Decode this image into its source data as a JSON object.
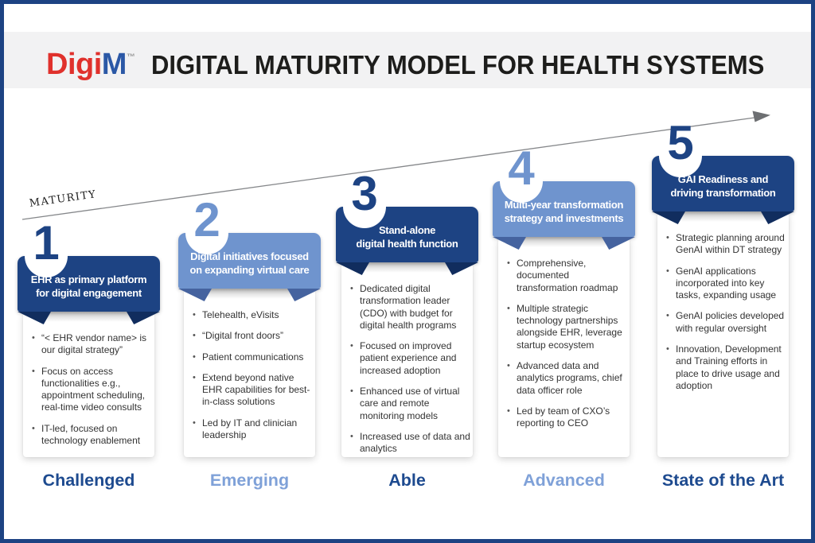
{
  "header": {
    "logo": {
      "part1": "Digi",
      "part2": "M",
      "tm": "™"
    },
    "title": "DIGITAL MATURITY MODEL FOR HEALTH SYSTEMS"
  },
  "axis": {
    "label": "MATURITY"
  },
  "colors": {
    "dark_blue": "#1d4383",
    "light_blue": "#6f94ce",
    "logo_red": "#e0312c",
    "logo_blue": "#2b58a6",
    "band_gray": "#f2f2f3",
    "arrow_gray": "#85878a",
    "frame_blue": "#1d4383"
  },
  "stages": [
    {
      "number": "1",
      "tone": "dark",
      "banner_line1": "EHR as primary platform",
      "banner_line2": "for digital engagement",
      "bullets": [
        "“< EHR vendor name> is our digital strategy”",
        "Focus on access functionalities e.g., appointment scheduling, real-time video consults",
        "IT-led, focused on technology enablement"
      ],
      "label": "Challenged"
    },
    {
      "number": "2",
      "tone": "light",
      "banner_line1": "Digital initiatives focused",
      "banner_line2": "on expanding virtual care",
      "bullets": [
        "Telehealth, eVisits",
        "“Digital front doors”",
        "Patient communications",
        "Extend beyond native EHR capabilities for best-in-class solutions",
        "Led by IT and clinician leadership"
      ],
      "label": "Emerging"
    },
    {
      "number": "3",
      "tone": "dark",
      "banner_line1": "Stand-alone",
      "banner_line2": "digital health function",
      "bullets": [
        "Dedicated digital transformation leader (CDO) with budget for digital health programs",
        "Focused on improved patient experience and increased adoption",
        "Enhanced use of virtual care and remote monitoring models",
        "Increased use of data and analytics"
      ],
      "label": "Able"
    },
    {
      "number": "4",
      "tone": "light",
      "banner_line1": "Multi-year transformation",
      "banner_line2": "strategy and investments",
      "bullets": [
        "Comprehensive, documented transformation roadmap",
        "Multiple strategic technology partnerships alongside EHR, leverage startup ecosystem",
        "Advanced data and analytics programs, chief data officer role",
        "Led by team of CXO’s reporting to CEO"
      ],
      "label": "Advanced"
    },
    {
      "number": "5",
      "tone": "dark",
      "banner_line1": "GAI Readiness and",
      "banner_line2": "driving transformation",
      "bullets": [
        "Strategic planning around GenAI within DT strategy",
        "GenAI applications incorporated into key tasks, expanding usage",
        "GenAI policies developed with regular oversight",
        "Innovation, Development and Training efforts in place to drive usage and adoption"
      ],
      "label": "State of the Art"
    }
  ]
}
